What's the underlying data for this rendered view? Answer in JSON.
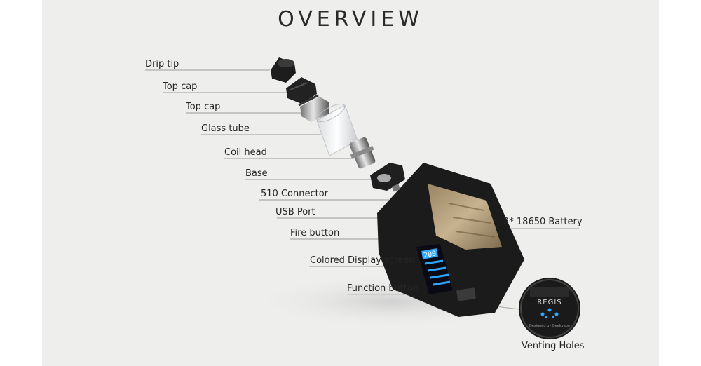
{
  "title": "OVERVIEW",
  "labels": {
    "drip_tip": "Drip tip",
    "top_cap_1": "Top cap",
    "top_cap_2": "Top cap",
    "glass_tube": "Glass tube",
    "coil_head": "Coil head",
    "base": "Base",
    "connector_510": "510 Connector",
    "usb_port": "USB Port",
    "fire_button": "Fire button",
    "display_screen": "Colored Display screen",
    "function_button": "Function button",
    "battery": "2* 18650 Battery",
    "venting_holes": "Venting Holes"
  },
  "screen": {
    "value": "200"
  },
  "badge": {
    "brand": "REGIS",
    "subtext": "Designed by Geekvape"
  },
  "colors": {
    "line": "#9a9a9a",
    "text": "#262626",
    "panel": "#eeeeed",
    "screen_accent": "#2ea7ff"
  }
}
